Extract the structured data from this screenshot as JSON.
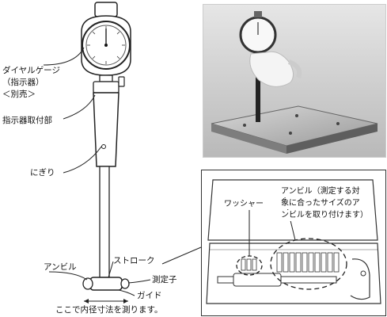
{
  "labels": {
    "dial_gauge_line1": "ダイヤルゲージ",
    "dial_gauge_line2": "（指示器）",
    "dial_gauge_line3": "＜別売＞",
    "indicator_mount": "指示器取付部",
    "grip": "にぎり",
    "anvil": "アンビル",
    "stroke": "ストローク",
    "measuring_probe": "測定子",
    "guide": "ガイド",
    "bore_note": "ここで内径寸法を測ります。"
  },
  "case_panel": {
    "washer": "ワッシャー",
    "anvil_note_line1": "アンビル（測定する対",
    "anvil_note_line2": "象に合ったサイズのア",
    "anvil_note_line3": "ンビルを取り付けます）"
  }
}
